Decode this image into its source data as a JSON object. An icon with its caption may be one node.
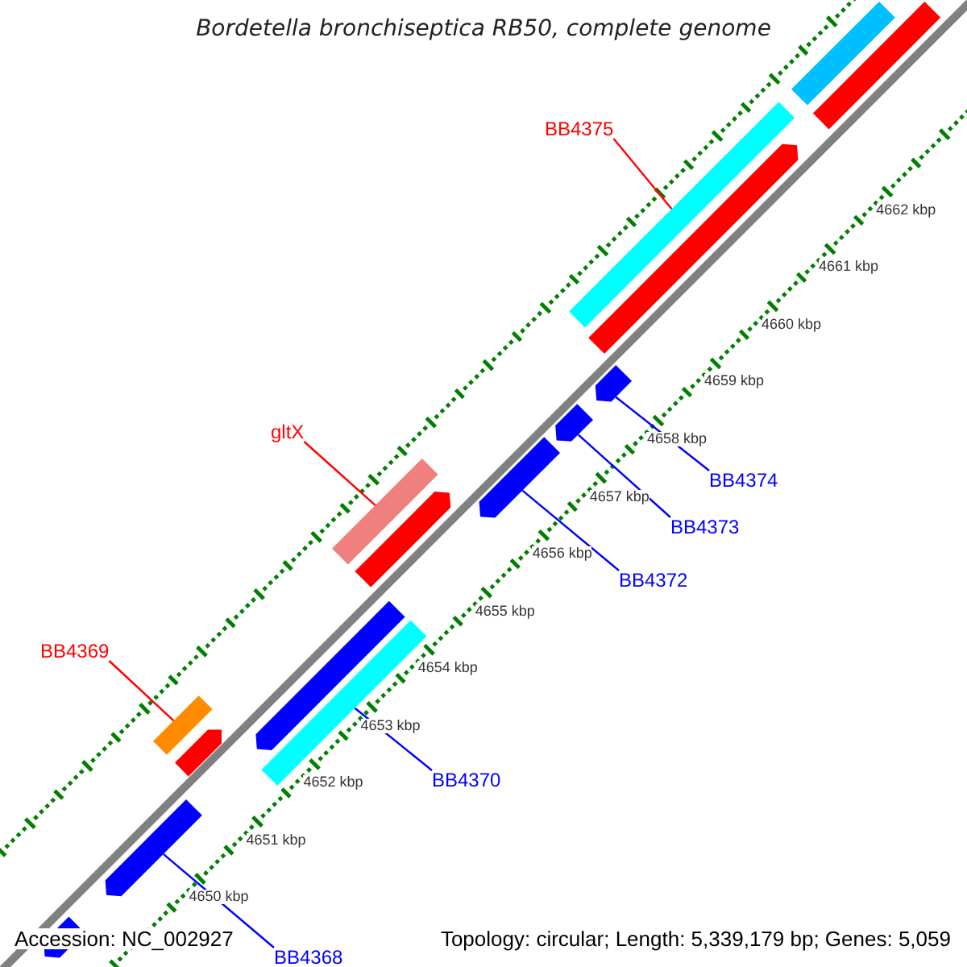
{
  "diagram": {
    "title": "Bordetella bronchiseptica RB50, complete genome",
    "nodes": [
      {
        "text": [
          "BB4375"
        ]
      },
      {
        "text": [],
        "shape": "bar"
      },
      {
        "text": [
          "gltX"
        ]
      },
      {
        "text": [],
        "shape": "bar"
      },
      {
        "text": [
          "BB4369"
        ]
      },
      {
        "text": [],
        "shape": "bar"
      },
      {
        "text": [
          "BB4374"
        ]
      },
      {
        "text": [],
        "shape": "arrow"
      },
      {
        "text": [
          "BB4373"
        ]
      },
      {
        "text": [],
        "shape": "arrow"
      },
      {
        "text": [
          "BB4372"
        ]
      },
      {
        "text": [],
        "shape": "arrow"
      },
      {
        "text": [
          "BB4370"
        ]
      },
      {
        "text": [],
        "shape": "bar"
      },
      {
        "text": [
          "BB4368"
        ]
      },
      {
        "text": [],
        "shape": "arrow"
      },
      {
        "text": [],
        "shape": "bar"
      },
      {
        "text": [],
        "shape": "bar"
      },
      {
        "text": [],
        "shape": "arrow"
      },
      {
        "text": [],
        "shape": "arrow"
      },
      {
        "text": [],
        "shape": "arrow"
      },
      {
        "text": [],
        "shape": "arrow"
      },
      {
        "text": [],
        "shape": "arrow"
      }
    ],
    "edges": [
      {
        "from": 0,
        "to": 1,
        "arrow": "none",
        "color": "#ff0000"
      },
      {
        "from": 2,
        "to": 3,
        "arrow": "none",
        "color": "#ff0000"
      },
      {
        "from": 4,
        "to": 5,
        "arrow": "none",
        "color": "#ff0000"
      },
      {
        "from": 6,
        "to": 7,
        "arrow": "none"
      },
      {
        "from": 8,
        "to": 9,
        "arrow": "none"
      },
      {
        "from": 10,
        "to": 11,
        "arrow": "none"
      },
      {
        "from": 12,
        "to": 13,
        "arrow": "none"
      },
      {
        "from": 14,
        "to": 15,
        "arrow": "none"
      }
    ],
    "labels": [
      "4662 kbp",
      "4661 kbp",
      "4660 kbp",
      "4659 kbp",
      "4658 kbp",
      "4657 kbp",
      "4656 kbp",
      "4655 kbp",
      "4654 kbp",
      "4653 kbp",
      "4652 kbp",
      "4651 kbp",
      "4650 kbp",
      "Accession: NC_002927",
      "Topology: circular; Length: 5,339,179 bp; Genes: 5,059"
    ]
  }
}
